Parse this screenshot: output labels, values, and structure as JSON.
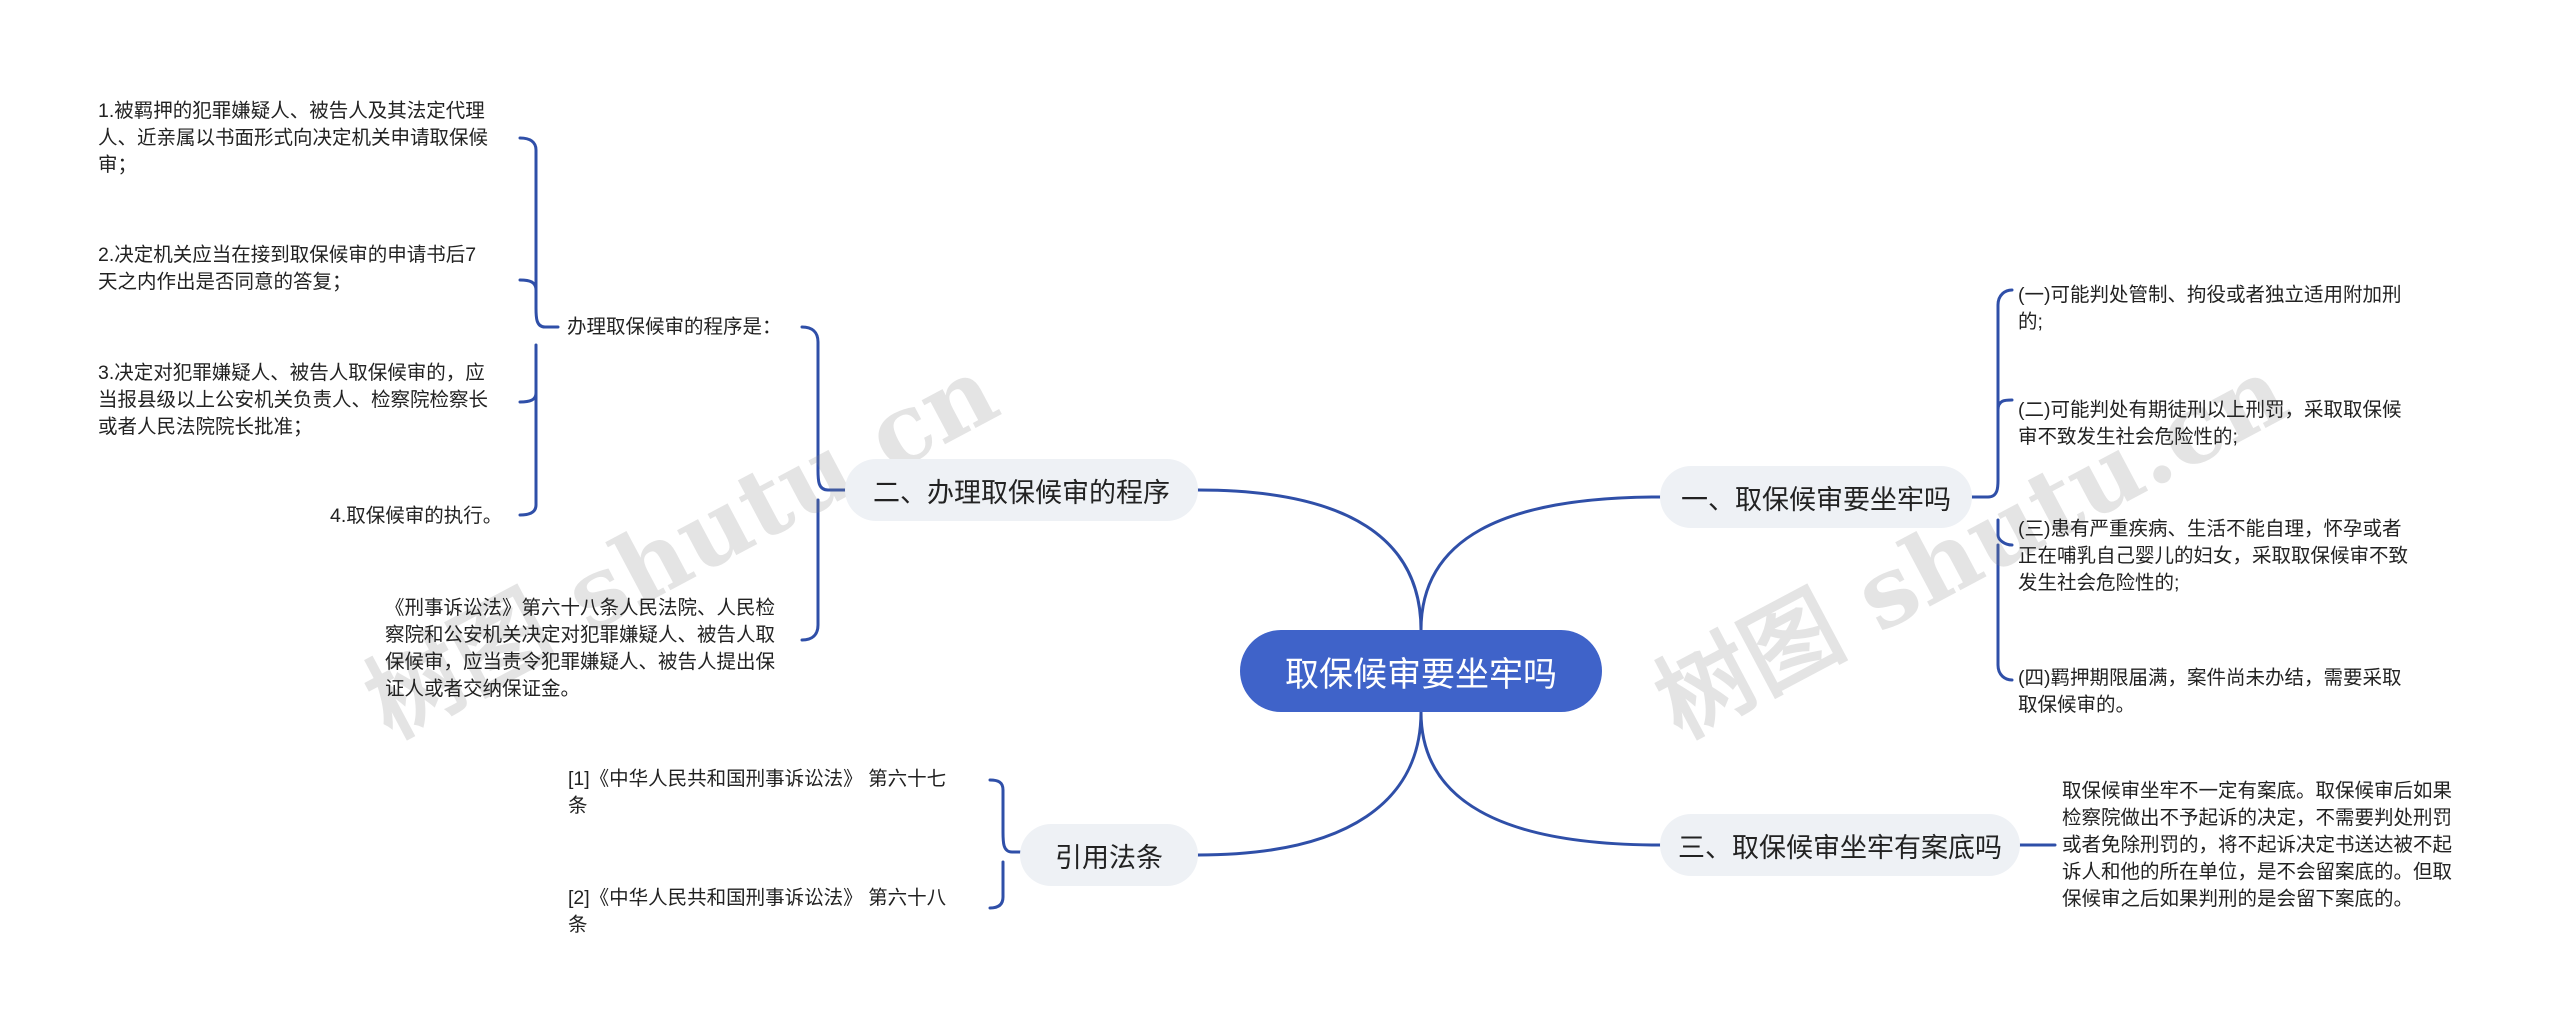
{
  "root": {
    "label": "取保候审要坐牢吗"
  },
  "branches": {
    "b1": {
      "label": "一、取保候审要坐牢吗",
      "items": [
        "(一)可能判处管制、拘役或者独立适用附加刑\n的;",
        "(二)可能判处有期徒刑以上刑罚，采取取保候\n审不致发生社会危险性的;",
        "(三)患有严重疾病、生活不能自理，怀孕或者\n正在哺乳自己婴儿的妇女，采取取保候审不致\n发生社会危险性的;",
        "(四)羁押期限届满，案件尚未办结，需要采取\n取保候审的。"
      ]
    },
    "b2": {
      "label": "二、办理取保候审的程序",
      "sub": {
        "label": "办理取保候审的程序是：",
        "items": [
          "1.被羁押的犯罪嫌疑人、被告人及其法定代理\n人、近亲属以书面形式向决定机关申请取保候\n审；",
          "2.决定机关应当在接到取保候审的申请书后7\n天之内作出是否同意的答复；",
          "3.决定对犯罪嫌疑人、被告人取保候审的，应\n当报县级以上公安机关负责人、检察院检察长\n或者人民法院院长批准；",
          "4.取保候审的执行。"
        ]
      },
      "note": "《刑事诉讼法》第六十八条人民法院、人民检\n察院和公安机关决定对犯罪嫌疑人、被告人取\n保候审，应当责令犯罪嫌疑人、被告人提出保\n证人或者交纳保证金。"
    },
    "b3": {
      "label": "三、取保候审坐牢有案底吗",
      "note": "取保候审坐牢不一定有案底。取保候审后如果\n检察院做出不予起诉的决定，不需要判处刑罚\n或者免除刑罚的，将不起诉决定书送达被不起\n诉人和他的所在单位，是不会留案底的。但取\n保候审之后如果判刑的是会留下案底的。"
    },
    "b4": {
      "label": "引用法条",
      "items": [
        "[1]《中华人民共和国刑事诉讼法》 第六十七\n条",
        "[2]《中华人民共和国刑事诉讼法》 第六十八\n条"
      ]
    }
  },
  "watermark": "树图 shutu.cn",
  "colors": {
    "root_bg": "#3f63c9",
    "line": "#2f4fa8",
    "branch_bg": "#eef1f5"
  }
}
